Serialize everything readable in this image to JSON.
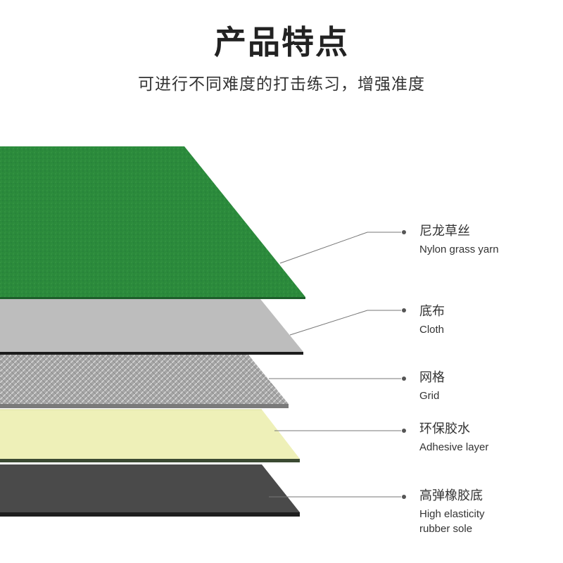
{
  "header": {
    "title": "产品特点",
    "subtitle": "可进行不同难度的打击练习，增强准度"
  },
  "layers": [
    {
      "name_zh": "尼龙草丝",
      "name_en": [
        "Nylon grass yarn"
      ],
      "color": "#2a8a3a"
    },
    {
      "name_zh": "底布",
      "name_en": [
        "Cloth"
      ],
      "color": "#bdbdbd"
    },
    {
      "name_zh": "网格",
      "name_en": [
        "Grid"
      ],
      "color": "#9a9a9a"
    },
    {
      "name_zh": "环保胶水",
      "name_en": [
        "Adhesive layer"
      ],
      "color": "#eef0b8"
    },
    {
      "name_zh": "高弹橡胶底",
      "name_en": [
        "High elasticity",
        "rubber sole"
      ],
      "color": "#4a4a4a"
    }
  ],
  "colors": {
    "leader_line": "#777777",
    "text": "#333333"
  }
}
